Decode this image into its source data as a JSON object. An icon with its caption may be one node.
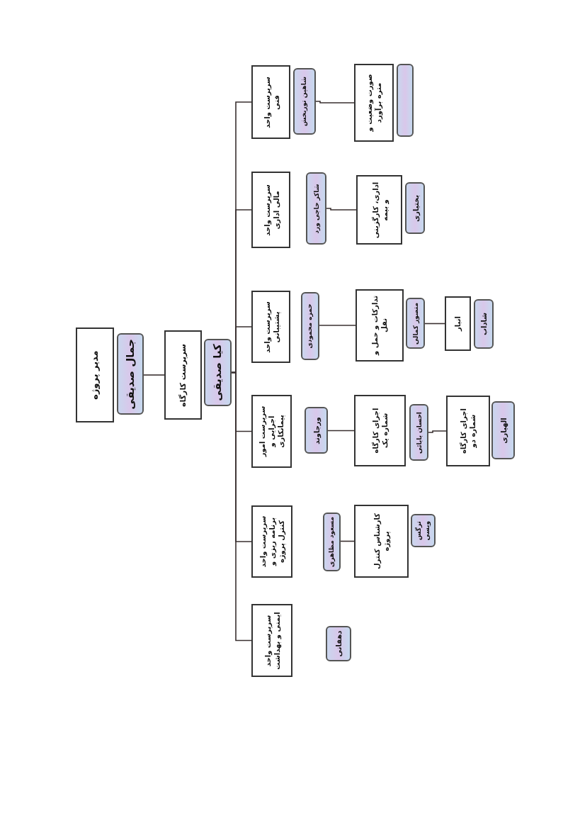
{
  "diagram": {
    "nodes": [
      {
        "text": [
          "مدیر پروژه"
        ]
      },
      {
        "text": [
          "جمال صدیقی"
        ]
      },
      {
        "text": [
          "سرپرست کارگاه"
        ]
      },
      {
        "text": [
          "کیا صدیقی"
        ]
      },
      {
        "text": [
          "سرپرست واحد فنی"
        ]
      },
      {
        "text": [
          "شاهین نوربخش"
        ]
      },
      {
        "text": [
          "صورت وضعیت و متره برآورد"
        ]
      },
      {
        "text": [],
        "shape": "box"
      },
      {
        "text": [
          "سرپرست واحد مالی اداری"
        ]
      },
      {
        "text": [
          "شاکر حاجی ورد"
        ]
      },
      {
        "text": [
          "اداری، کارگزینی و بیمه"
        ]
      },
      {
        "text": [
          "بختیاری"
        ]
      },
      {
        "text": [
          "سرپرست واحد پشتیبانی"
        ]
      },
      {
        "text": [
          "حمزه محمودی"
        ]
      },
      {
        "text": [
          "تدارکات و حمل و نقل"
        ]
      },
      {
        "text": [
          "منصور کمالی"
        ]
      },
      {
        "text": [
          "انبار"
        ]
      },
      {
        "text": [
          "شاداب"
        ]
      },
      {
        "text": [
          "سرپرست امور اجرایی و پیمانکاری"
        ]
      },
      {
        "text": [
          "ورجاوند"
        ]
      },
      {
        "text": [
          "اجرای کارگاه شماره یک"
        ]
      },
      {
        "text": [
          "احسان بابائی"
        ]
      },
      {
        "text": [
          "اجرای کارگاه شماره دو"
        ]
      },
      {
        "text": [
          "الهیاری"
        ]
      },
      {
        "text": [
          "سرپرست واحد برنامه ریزی و کنترل پروژه"
        ]
      },
      {
        "text": [
          "مسعود مظاهری"
        ]
      },
      {
        "text": [
          "کارشناس کنترل پروژه"
        ]
      },
      {
        "text": [
          "نرگس ویسی"
        ]
      },
      {
        "text": [
          "سرپرست واحد ایمنی و بهداشت"
        ]
      },
      {
        "text": [
          "دهقانی"
        ]
      }
    ],
    "edges": [
      {
        "from": 1,
        "to": 2,
        "arrow": "none"
      },
      {
        "from": 3,
        "to": 4,
        "arrow": "none"
      },
      {
        "from": 3,
        "to": 8,
        "arrow": "none"
      },
      {
        "from": 3,
        "to": 12,
        "arrow": "none"
      },
      {
        "from": 3,
        "to": 18,
        "arrow": "none"
      },
      {
        "from": 3,
        "to": 24,
        "arrow": "none"
      },
      {
        "from": 3,
        "to": 28,
        "arrow": "none"
      },
      {
        "from": 5,
        "to": 6,
        "arrow": "none"
      },
      {
        "from": 9,
        "to": 10,
        "arrow": "none"
      },
      {
        "from": 13,
        "to": 14,
        "arrow": "none"
      },
      {
        "from": 15,
        "to": 16,
        "arrow": "none"
      },
      {
        "from": 19,
        "to": 20,
        "arrow": "none"
      },
      {
        "from": 21,
        "to": 22,
        "arrow": "none"
      },
      {
        "from": 25,
        "to": 26,
        "arrow": "none"
      }
    ]
  }
}
